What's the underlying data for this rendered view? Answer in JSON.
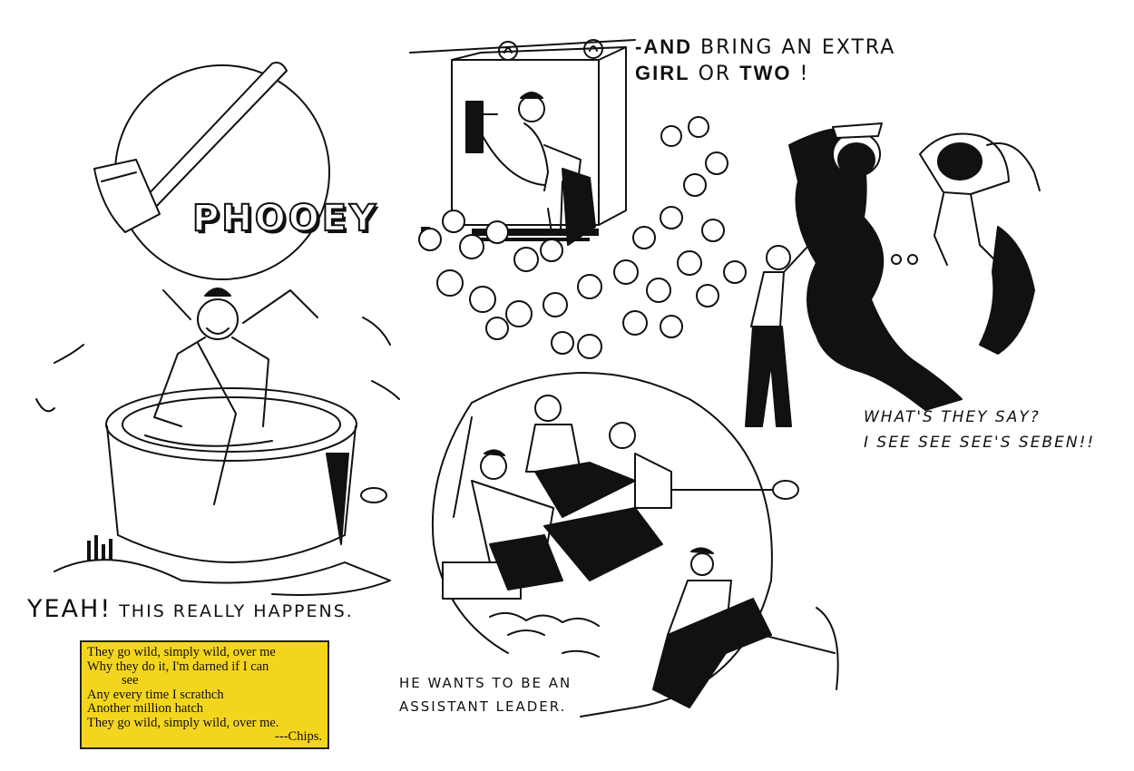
{
  "captions": {
    "phone_line1_a": "-AND",
    "phone_line1_b": "BRING AN EXTRA",
    "phone_line2_a": "GIRL",
    "phone_line2_b": "OR",
    "phone_line2_c": "TWO",
    "phone_line2_d": "!",
    "phooey": "PHOOEY",
    "ghost_line1": "WHAT'S THEY SAY?",
    "ghost_line2": "I SEE SEE SEE'S SEBEN!!",
    "bath_yeah": "YEAH!",
    "bath_rest": "THIS REALLY HAPPENS.",
    "leader_line1": "HE WANTS TO BE AN",
    "leader_line2": "ASSISTANT LEADER."
  },
  "poem": {
    "lines": [
      "They go wild, simply wild, over me",
      "Why they do it, I'm darned if I can",
      "see",
      "Any every time I scrathch",
      "Another million hatch",
      "They go wild, simply wild, over me."
    ],
    "signature": "---Chips."
  },
  "colors": {
    "ink": "#111111",
    "paper": "#ffffff",
    "poem_box": "#f4d51e"
  },
  "icons": [
    "axe-icon",
    "bell-icon",
    "telephone-icon"
  ]
}
